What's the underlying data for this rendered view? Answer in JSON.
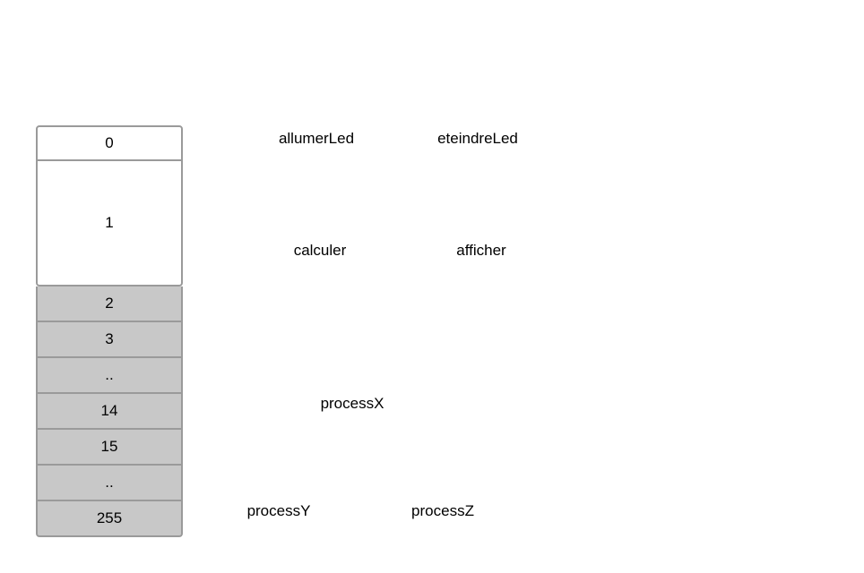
{
  "stack": [
    {
      "label": "0",
      "fill": "white",
      "span": 1
    },
    {
      "label": "1",
      "fill": "white",
      "span": 3.5
    },
    {
      "label": "2",
      "fill": "gray",
      "span": 1
    },
    {
      "label": "3",
      "fill": "gray",
      "span": 1
    },
    {
      "label": "..",
      "fill": "gray",
      "span": 1
    },
    {
      "label": "14",
      "fill": "gray",
      "span": 1
    },
    {
      "label": "15",
      "fill": "gray",
      "span": 1
    },
    {
      "label": "..",
      "fill": "gray",
      "span": 1
    },
    {
      "label": "255",
      "fill": "gray",
      "span": 1
    }
  ],
  "functions": {
    "allumerLed": "allumerLed",
    "eteindreLed": "eteindreLed",
    "calculer": "calculer",
    "afficher": "afficher",
    "processX": "processX",
    "processY": "processY",
    "processZ": "processZ"
  },
  "colors": {
    "white_cell": "#ffffff",
    "gray_cell": "#c8c8c8",
    "border": "#9a9a9a"
  }
}
